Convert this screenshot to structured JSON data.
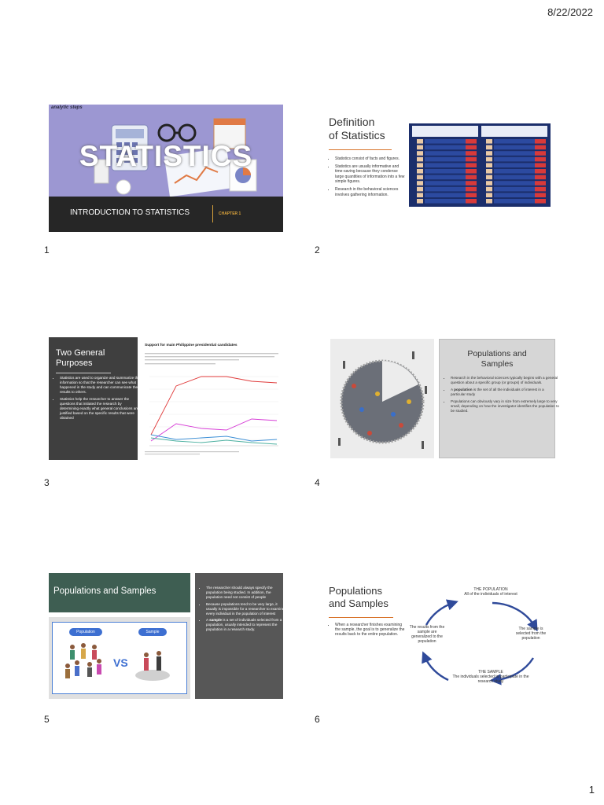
{
  "header": {
    "date": "8/22/2022"
  },
  "footer": {
    "page_number": "1"
  },
  "slide_numbers": [
    "1",
    "2",
    "3",
    "4",
    "5",
    "6"
  ],
  "slide1": {
    "brand": "analytic steps",
    "big_title": "STATISTICS",
    "subtitle": "INTRODUCTION TO STATISTICS",
    "chapter": "CHAPTER 1"
  },
  "slide2": {
    "title_line1": "Definition",
    "title_line2": "of Statistics",
    "bullets": [
      "Statistics consist of facts and figures.",
      "Statistics are usually informative and time-saving because they condense large quantities of information into a few simple figures.",
      "Research in the behavioral sciences involves gathering information."
    ],
    "accent_color": "#d9742b"
  },
  "slide3": {
    "title_line1": "Two General",
    "title_line2": "Purposes",
    "bullets": [
      "Statistics are used to organize and summarize the information so that the researcher can see what happened in the study and can communicate the results to others.",
      "Statistics help the researcher to answer the questions that initiated the research by determining exactly what general conclusions are justified based on the specific results that were obtained"
    ],
    "chart_title": "Support for main Philippine presidential candidates"
  },
  "slide4": {
    "title_line1": "Populations and",
    "title_line2": "Samples",
    "bullets": [
      {
        "pre": "Research in the behavioral sciences typically begins with a general question about a specific group (or groups) of individuals.",
        "bold": "",
        "post": ""
      },
      {
        "pre": "A ",
        "bold": "population",
        "post": " is the set of all the individuals of interest in a particular study"
      },
      {
        "pre": "Populations can obviously vary in size from extremely large to very small, depending on how the investigator identifies the population to be studied.",
        "bold": "",
        "post": ""
      }
    ]
  },
  "slide5": {
    "title": "Populations and Samples",
    "label_population": "Population",
    "label_sample": "Sample",
    "vs": "VS",
    "bullets": [
      {
        "pre": "The researcher should always specify the population being studied. In addition, the population need not consist of people",
        "bold": "",
        "post": ""
      },
      {
        "pre": "Because populations tend to be very large, it usually is impossible for a researcher to examine every individual in the population of interest",
        "bold": "",
        "post": ""
      },
      {
        "pre": "A ",
        "bold": "sample",
        "post": " is a set of individuals selected from a population, usually intended to represent the population in a research study."
      }
    ]
  },
  "slide6": {
    "title_line1": "Populations",
    "title_line2": "and Samples",
    "bullets": [
      "When a researcher finishes examining the sample, the goal is to generalize the results back to the entire population."
    ],
    "cycle": {
      "population_head": "THE POPULATION",
      "population_desc": "All of the individuals of interest",
      "right_text": "The sample is selected from the population",
      "sample_head": "THE SAMPLE",
      "sample_desc": "The individuals selected to participate in the research study",
      "left_text": "The results from the sample are generalized to the population"
    },
    "arrow_color": "#2f4a9a"
  }
}
